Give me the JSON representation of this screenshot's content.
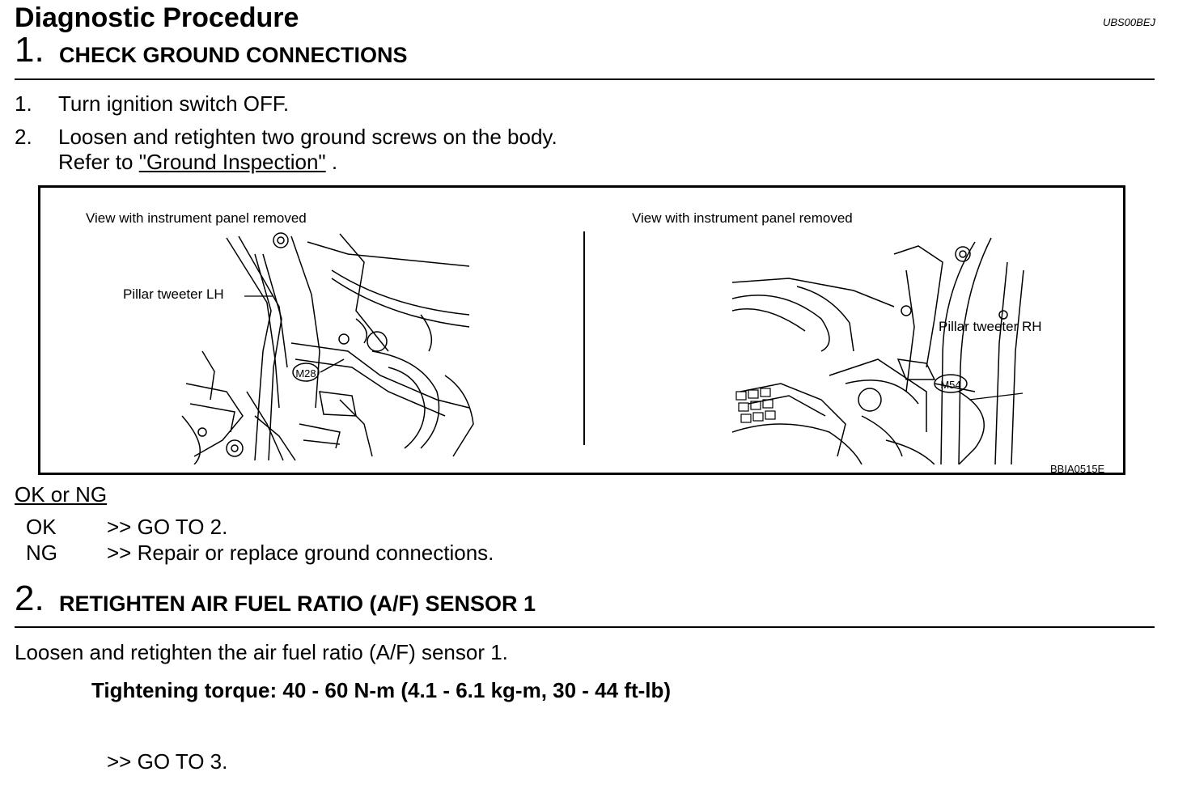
{
  "header": {
    "title": "Diagnostic Procedure",
    "doc_code": "UBS00BEJ"
  },
  "step1": {
    "number": "1.",
    "title": "CHECK GROUND CONNECTIONS",
    "items": [
      {
        "num": "1.",
        "text": "Turn ignition switch OFF."
      },
      {
        "num": "2.",
        "text": "Loosen and retighten two ground screws on the body."
      }
    ],
    "refer_prefix": "Refer to ",
    "refer_link": "\"Ground Inspection\"",
    "refer_suffix": " .",
    "figure": {
      "left_caption": "View with instrument panel removed",
      "right_caption": "View with instrument panel removed",
      "left_callout": "Pillar tweeter LH",
      "right_callout": "Pillar tweeter RH",
      "left_connector": "M28",
      "right_connector": "M54",
      "figure_code": "BBIA0515E"
    },
    "result_heading": "OK or NG",
    "results": [
      {
        "label": "OK",
        "action": ">> GO TO 2."
      },
      {
        "label": "NG",
        "action": ">> Repair or replace ground connections."
      }
    ]
  },
  "step2": {
    "number": "2.",
    "title": "RETIGHTEN AIR FUEL RATIO (A/F) SENSOR 1",
    "text": "Loosen and retighten the air fuel ratio (A/F) sensor 1.",
    "torque": "Tightening torque: 40 - 60 N-m (4.1 - 6.1 kg-m, 30 - 44 ft-lb)",
    "next": ">> GO TO 3."
  }
}
